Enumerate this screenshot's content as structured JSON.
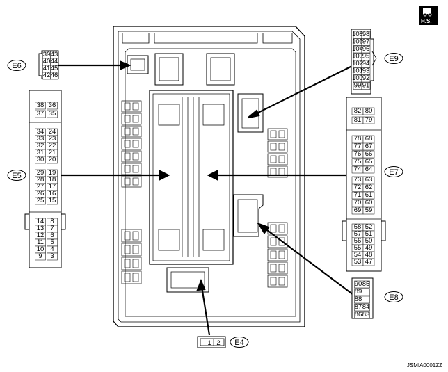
{
  "badge": {
    "text": "H.S."
  },
  "footer": {
    "code": "JSMIA0001ZZ"
  },
  "connectors": {
    "E4": {
      "label": "E4",
      "pins": [
        "1",
        "2"
      ]
    },
    "E5": {
      "label": "E5",
      "rows": [
        [
          "38",
          "36"
        ],
        [
          "37",
          "35"
        ],
        [
          "34",
          "24"
        ],
        [
          "33",
          "23"
        ],
        [
          "32",
          "22"
        ],
        [
          "31",
          "21"
        ],
        [
          "30",
          "20"
        ],
        [
          "29",
          "19"
        ],
        [
          "28",
          "18"
        ],
        [
          "27",
          "17"
        ],
        [
          "26",
          "16"
        ],
        [
          "25",
          "15"
        ],
        [
          "14",
          "8"
        ],
        [
          "13",
          "7"
        ],
        [
          "12",
          "6"
        ],
        [
          "11",
          "5"
        ],
        [
          "10",
          "4"
        ],
        [
          "9",
          "3"
        ]
      ]
    },
    "E6": {
      "label": "E6",
      "rows": [
        [
          "39",
          "43"
        ],
        [
          "40",
          "44"
        ],
        [
          "41",
          "45"
        ],
        [
          "42",
          "46"
        ]
      ]
    },
    "E7": {
      "label": "E7",
      "rows": [
        [
          "82",
          "80"
        ],
        [
          "81",
          "79"
        ],
        [
          "78",
          "68"
        ],
        [
          "77",
          "67"
        ],
        [
          "76",
          "66"
        ],
        [
          "75",
          "65"
        ],
        [
          "74",
          "64"
        ],
        [
          "73",
          "63"
        ],
        [
          "72",
          "62"
        ],
        [
          "71",
          "61"
        ],
        [
          "70",
          "60"
        ],
        [
          "69",
          "59"
        ],
        [
          "58",
          "52"
        ],
        [
          "57",
          "51"
        ],
        [
          "56",
          "50"
        ],
        [
          "55",
          "49"
        ],
        [
          "54",
          "48"
        ],
        [
          "53",
          "47"
        ]
      ]
    },
    "E8": {
      "label": "E8",
      "rows": [
        [
          "90",
          "85"
        ],
        [
          "89",
          ""
        ],
        [
          "88",
          ""
        ],
        [
          "87",
          "84"
        ],
        [
          "86",
          "83"
        ]
      ]
    },
    "E9": {
      "label": "E9",
      "rows": [
        [
          "108",
          "98"
        ],
        [
          "105",
          "97"
        ],
        [
          "104",
          "96"
        ],
        [
          "103",
          "95"
        ],
        [
          "102",
          "94"
        ],
        [
          "101",
          "93"
        ],
        [
          "100",
          "92"
        ],
        [
          "99",
          "91"
        ]
      ]
    }
  }
}
